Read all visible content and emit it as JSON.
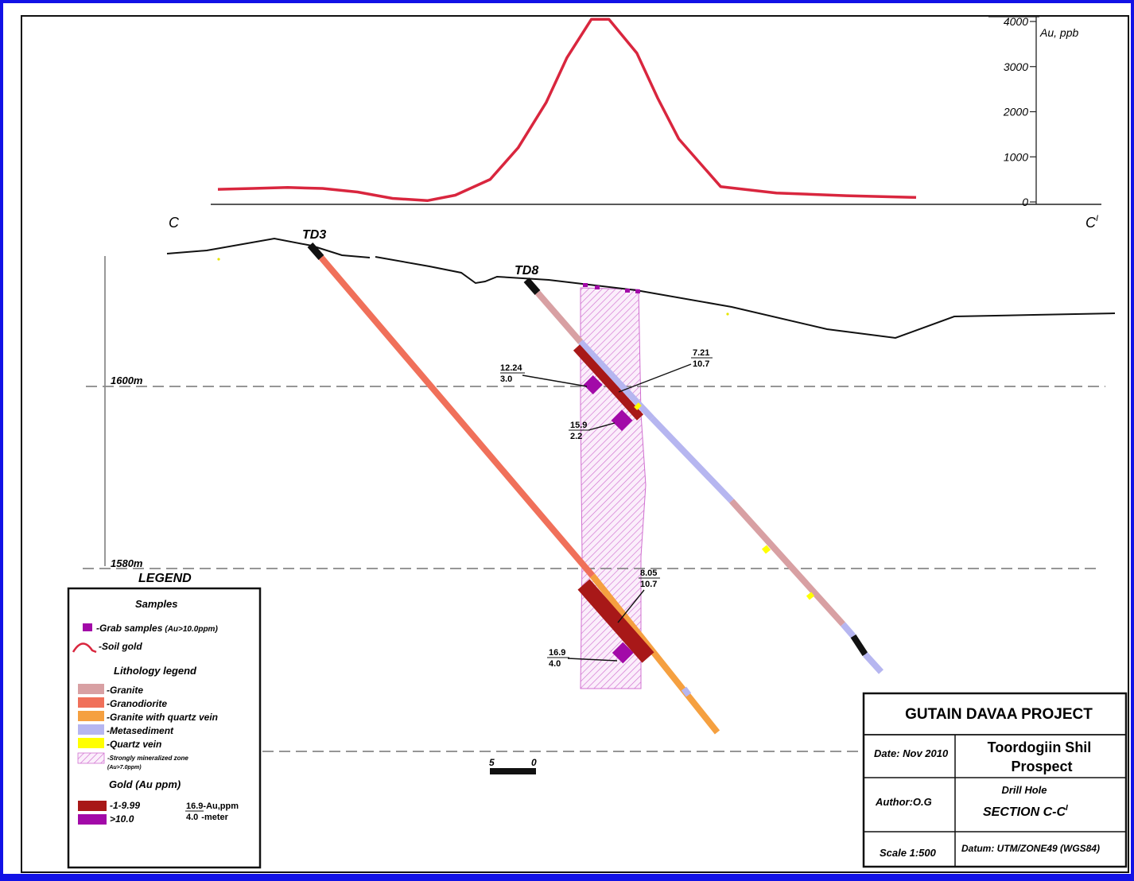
{
  "soil_profile": {
    "axis_label": "Au, ppb",
    "ticks": [
      "4000",
      "3000",
      "2000",
      "1000",
      "0"
    ],
    "tick_values": [
      4000,
      3000,
      2000,
      1000,
      0
    ],
    "series": [
      {
        "d": 0.0,
        "au": 280
      },
      {
        "d": 0.05,
        "au": 300
      },
      {
        "d": 0.1,
        "au": 320
      },
      {
        "d": 0.15,
        "au": 300
      },
      {
        "d": 0.2,
        "au": 220
      },
      {
        "d": 0.25,
        "au": 80
      },
      {
        "d": 0.3,
        "au": 30
      },
      {
        "d": 0.34,
        "au": 150
      },
      {
        "d": 0.39,
        "au": 500
      },
      {
        "d": 0.43,
        "au": 1200
      },
      {
        "d": 0.47,
        "au": 2200
      },
      {
        "d": 0.5,
        "au": 3200
      },
      {
        "d": 0.535,
        "au": 4050
      },
      {
        "d": 0.56,
        "au": 4050
      },
      {
        "d": 0.6,
        "au": 3300
      },
      {
        "d": 0.63,
        "au": 2300
      },
      {
        "d": 0.66,
        "au": 1400
      },
      {
        "d": 0.72,
        "au": 340
      },
      {
        "d": 0.8,
        "au": 200
      },
      {
        "d": 0.9,
        "au": 140
      },
      {
        "d": 1.0,
        "au": 100
      }
    ],
    "color": "#d9263e"
  },
  "section": {
    "left_label": "C",
    "right_label": "C",
    "right_label_sup": "I",
    "elevations": [
      {
        "label": "1600m",
        "value": 1600
      },
      {
        "label": "1580m",
        "value": 1580
      }
    ],
    "drill_holes": [
      {
        "name": "TD3"
      },
      {
        "name": "TD8"
      }
    ],
    "annotations": [
      {
        "au": "12.24",
        "m": "3.0"
      },
      {
        "au": "7.21",
        "m": "10.7"
      },
      {
        "au": "15.9",
        "m": "2.2"
      },
      {
        "au": "8.05",
        "m": "10.7"
      },
      {
        "au": "16.9",
        "m": "4.0"
      }
    ],
    "scale_bar": {
      "left": "5",
      "right": "0"
    }
  },
  "legend": {
    "title": "LEGEND",
    "samples_heading": "Samples",
    "grab_samples": "-Grab samples",
    "grab_samples_note": "(Au>10.0ppm)",
    "soil_gold": "-Soil gold",
    "lithology_heading": "Lithology legend",
    "lithology": [
      {
        "label": "-Granite",
        "color": "#d8a0a3"
      },
      {
        "label": "-Granodiorite",
        "color": "#f0705a"
      },
      {
        "label": "-Granite with quartz vein",
        "color": "#f5a040"
      },
      {
        "label": "-Metasediment",
        "color": "#b6b6f0"
      },
      {
        "label": "-Quartz vein",
        "color": "#ffff00"
      }
    ],
    "mineralized_zone": "-Strongly mineralized zone",
    "mineralized_zone_note": "(Au>7.0ppm)",
    "gold_heading": "Gold (Au ppm)",
    "gold_classes": [
      {
        "label": "-1-9.99",
        "color": "#a81818"
      },
      {
        "label": ">10.0",
        "color": "#a20aa8"
      }
    ],
    "example_au": "16.9",
    "example_au_suffix": "-Au,ppm",
    "example_m": "4.0",
    "example_m_suffix": "-meter"
  },
  "title_block": {
    "project": "GUTAIN DAVAA PROJECT",
    "date": "Date: Nov 2010",
    "prospect_line1": "Toordogiin Shil",
    "prospect_line2": "Prospect",
    "author": "Author:O.G",
    "drill_hole": "Drill Hole",
    "section": "SECTION C-C",
    "section_sup": "I",
    "scale": "Scale 1:500",
    "datum": "Datum: UTM/ZONE49 (WGS84)"
  },
  "colors": {
    "granite": "#d8a0a3",
    "granodiorite": "#f0705a",
    "granite_qv": "#f5a040",
    "metasediment": "#b6b6f0",
    "gold_low": "#a81818",
    "gold_high": "#a20aa8",
    "zone_hatch": "#d070d0"
  }
}
